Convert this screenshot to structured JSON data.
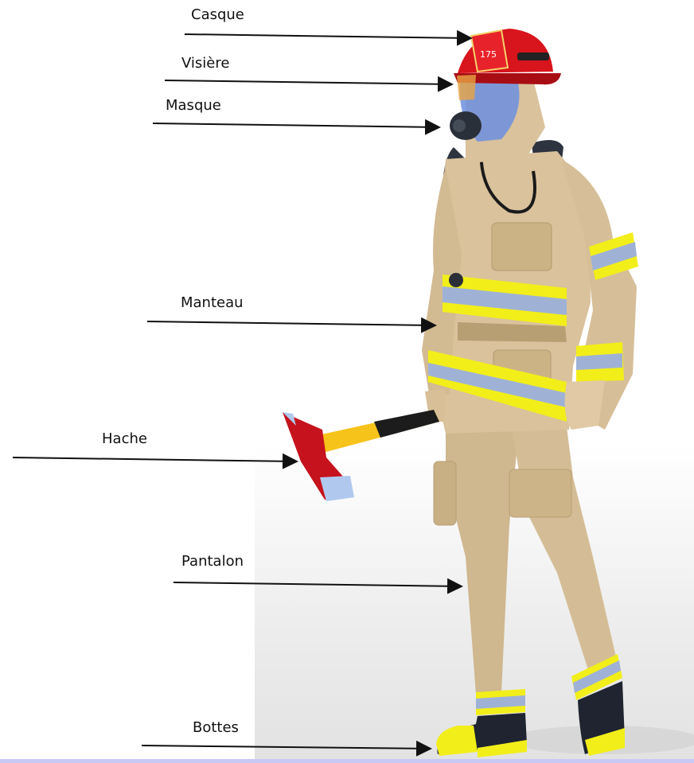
{
  "labels": {
    "casque": "Casque",
    "visiere": "Visière",
    "masque": "Masque",
    "manteau": "Manteau",
    "hache": "Hache",
    "pantalon": "Pantalon",
    "bottes": "Bottes"
  },
  "colors": {
    "coat": "#d9c29c",
    "reflective_yellow": "#f2ee1a",
    "reflective_silver": "#9fb2d6",
    "helmet_red": "#d8141c",
    "axe_red": "#c5121c",
    "axe_handle_yellow": "#f6c31a",
    "arrow": "#111111"
  }
}
